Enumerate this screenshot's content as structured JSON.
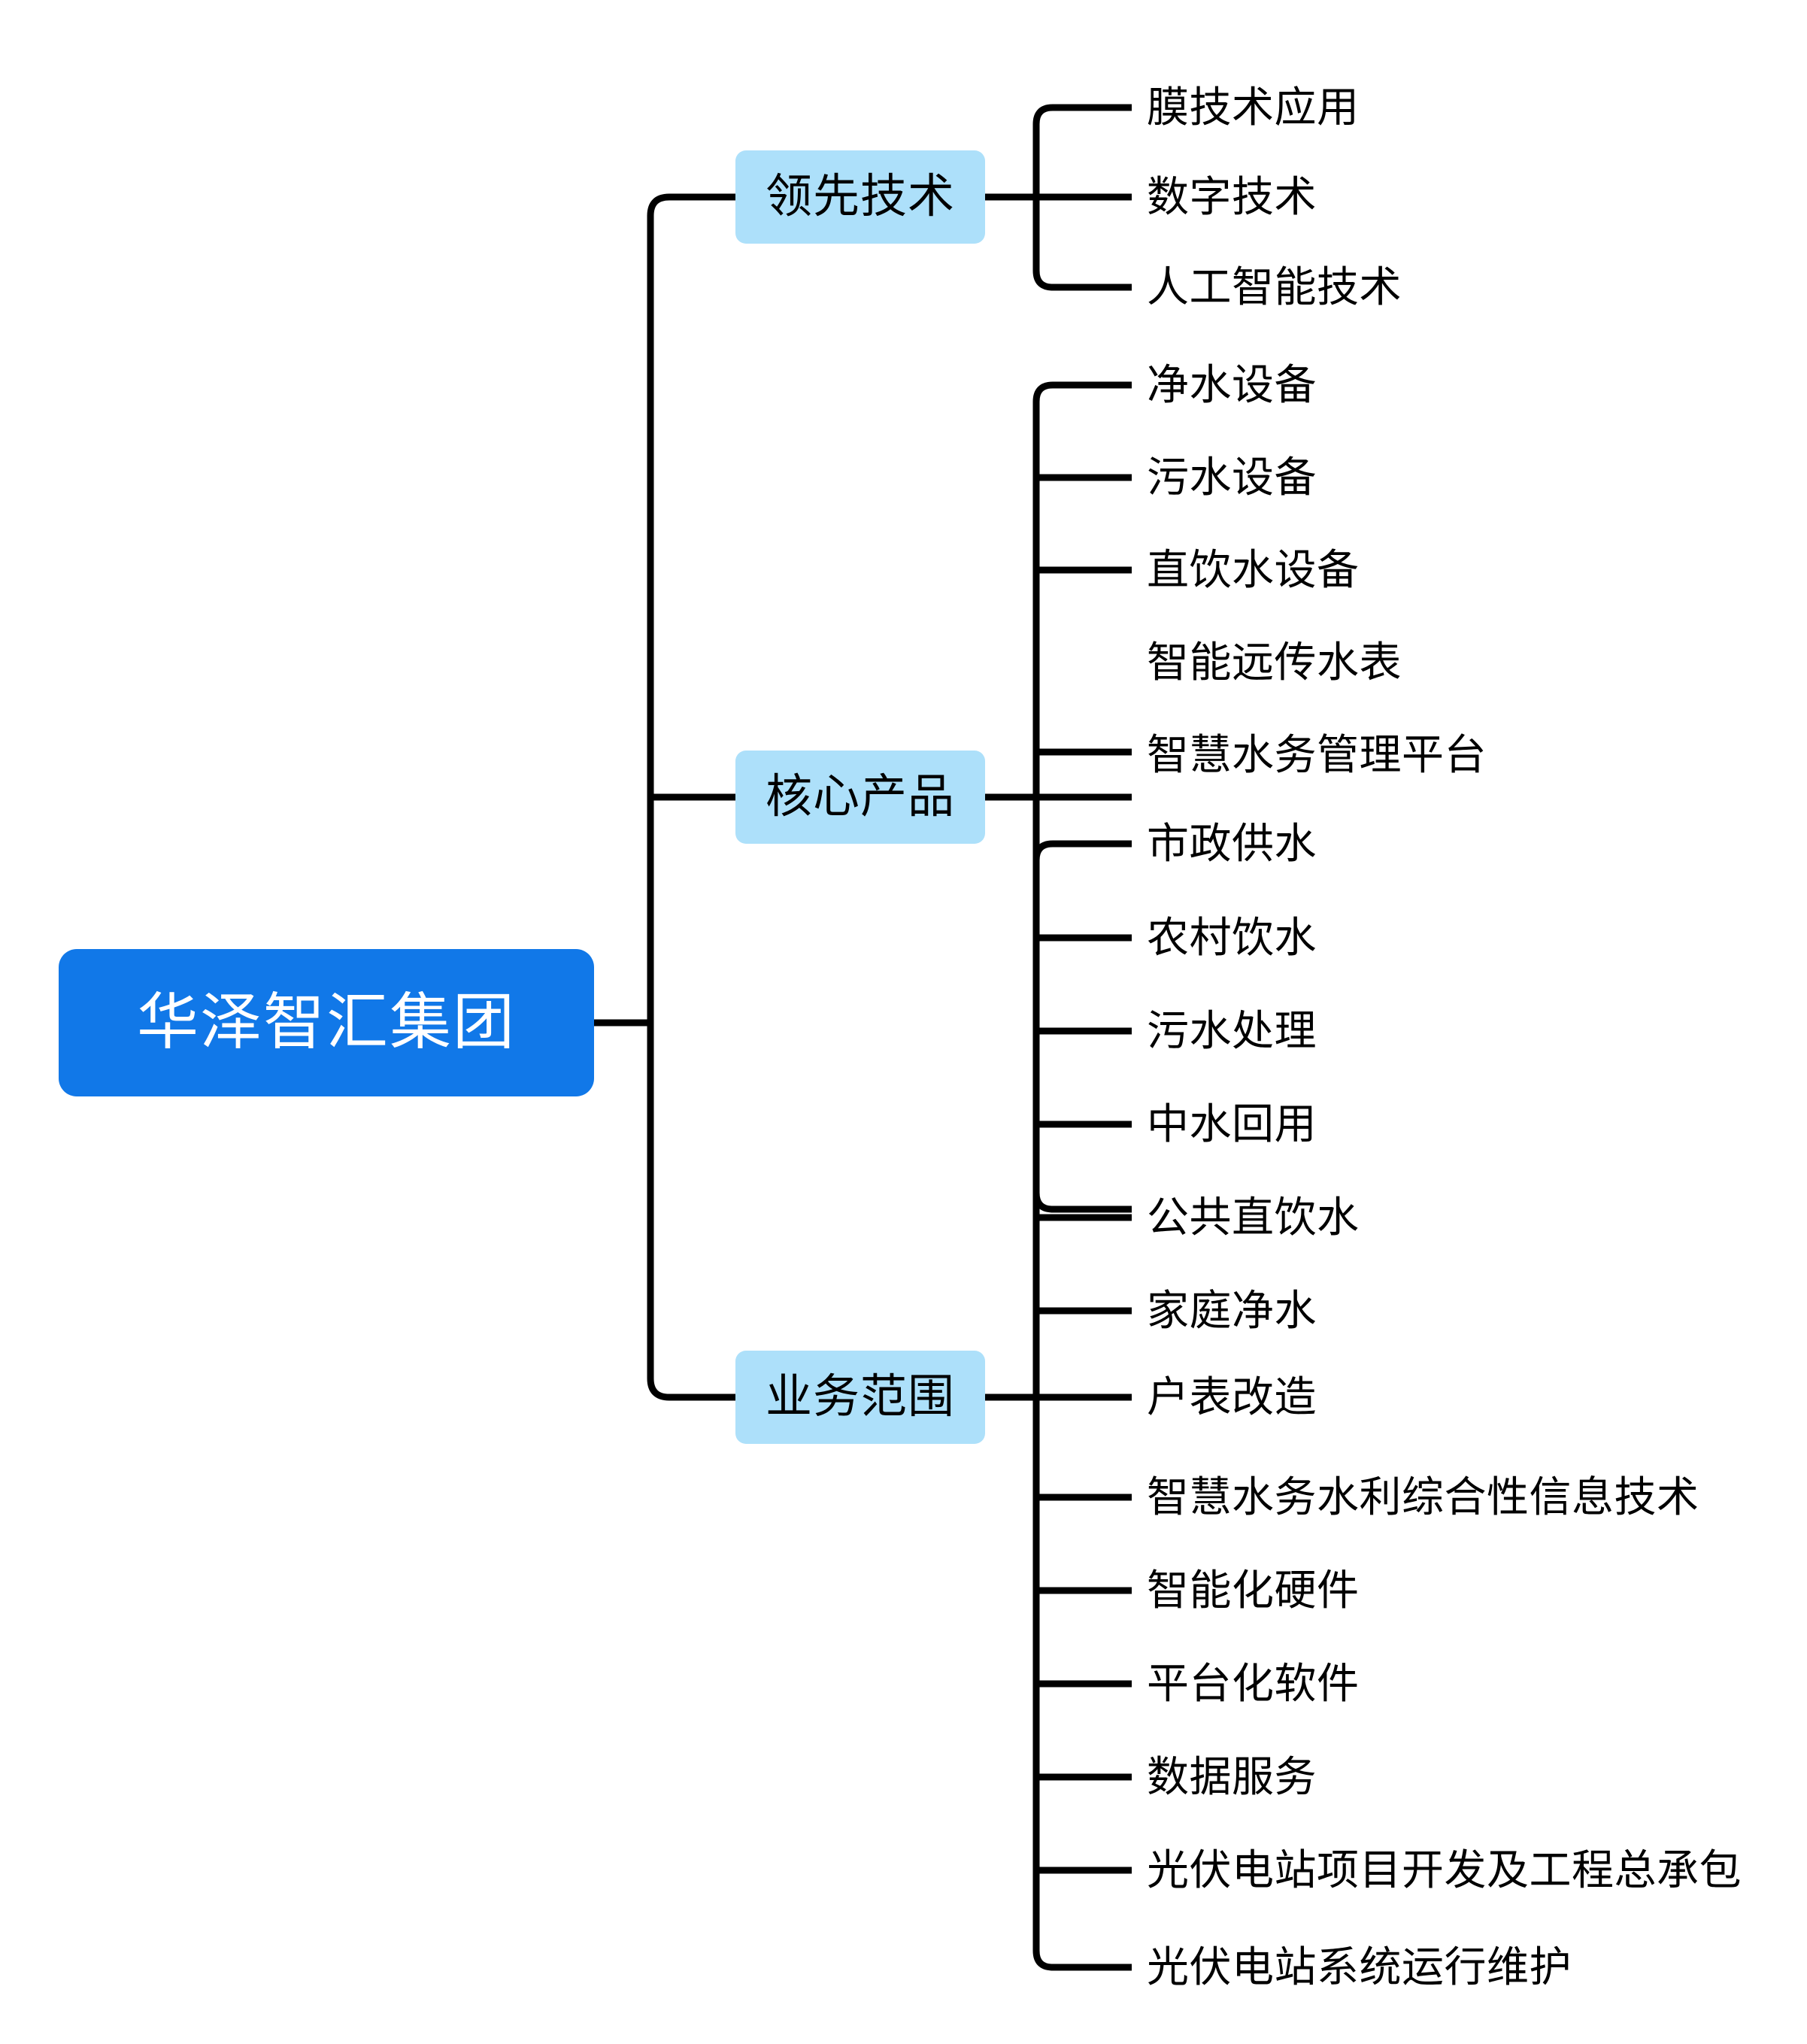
{
  "diagram": {
    "type": "mindmap",
    "orientation": "left-to-right",
    "title": "华泽智汇集团",
    "colors": {
      "root_fill": "#1178E8",
      "root_text": "#FFFFFF",
      "branch_fill": "#ADE0FA",
      "branch_text": "#000000",
      "leaf_text": "#000000",
      "connector": "#000000",
      "background": "#FFFFFF"
    },
    "root": {
      "label": "华泽智汇集团"
    },
    "branches": [
      {
        "label": "领先技术",
        "leaves": [
          {
            "label": "膜技术应用"
          },
          {
            "label": "数字技术"
          },
          {
            "label": "人工智能技术"
          }
        ]
      },
      {
        "label": "核心产品",
        "leaves": [
          {
            "label": "净水设备"
          },
          {
            "label": "污水设备"
          },
          {
            "label": "直饮水设备"
          },
          {
            "label": "智能远传水表"
          },
          {
            "label": "智慧水务管理平台"
          }
        ]
      },
      {
        "label": "业务范围",
        "leaves": [
          {
            "label": "市政供水"
          },
          {
            "label": "农村饮水"
          },
          {
            "label": "污水处理"
          },
          {
            "label": "中水回用"
          },
          {
            "label": "公共直饮水"
          },
          {
            "label": "家庭净水"
          },
          {
            "label": "户表改造"
          },
          {
            "label": "智慧水务水利综合性信息技术"
          },
          {
            "label": "智能化硬件"
          },
          {
            "label": "平台化软件"
          },
          {
            "label": "数据服务"
          },
          {
            "label": "光伏电站项目开发及工程总承包"
          },
          {
            "label": "光伏电站系统运行维护"
          }
        ]
      }
    ]
  }
}
